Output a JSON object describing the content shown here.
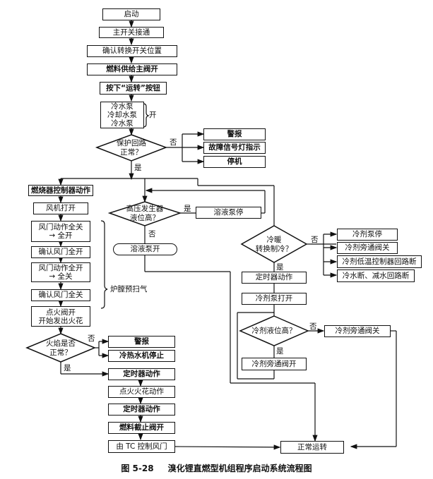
{
  "figure": {
    "number": "图 5-28",
    "title": "溴化锂直燃型机组程序启动系统流程图"
  },
  "main_sequence": {
    "start": "启动",
    "main_switch": "主开关接通",
    "confirm_switch": "确认转换开关位置",
    "fuel_valve": "燃料供给主阀开",
    "press_run": "按下“运转”按钮",
    "pumps": [
      "冷水泵",
      "冷却水泵",
      "冷水泵"
    ],
    "pumps_suffix": "开"
  },
  "protection": {
    "decision": [
      "保护回路",
      "正常？"
    ],
    "no_label": "否",
    "yes_label": "是",
    "no_actions": [
      "警报",
      "故障信号灯指示",
      "停机"
    ]
  },
  "burner_branch": {
    "controller": "燃烧器控制器动作",
    "fan_on": "风机打开",
    "damper1": [
      "风门动作全关",
      "→ 全开"
    ],
    "confirm_open": "确认风门全开",
    "damper2": [
      "风门动作全开",
      "→ 全关"
    ],
    "confirm_closed": "确认风门全关",
    "purge_label": "炉膛预扫气",
    "ignition": [
      "点火阀开",
      "开始发出火花"
    ],
    "flame_decision": [
      "火焰是否",
      "正常？"
    ],
    "no_label": "否",
    "yes_label": "是",
    "flame_no_actions": [
      "警报",
      "冷热水机停止"
    ],
    "timer1": "定时器动作",
    "spark": "点火火花动作",
    "timer2": "定时器动作",
    "fuel_cutoff": "燃料截止阀开",
    "tc_damper": "由 TC 控制风门"
  },
  "generator_branch": {
    "decision": [
      "高压发生器",
      "液位高？"
    ],
    "yes_label": "是",
    "no_label": "否",
    "pump_stop": "溶液泵停",
    "pump_on": "溶液泵开"
  },
  "cooling_branch": {
    "decision": [
      "冷暖",
      "转换制冷？"
    ],
    "no_label": "否",
    "yes_label": "是",
    "no_actions": [
      "冷剂泵停",
      "冷剂旁通阀关",
      "冷剂低温控制器回路断",
      "冷水断、减水回路断"
    ],
    "timer": "定时器动作",
    "refrigerant_pump": "冷剂泵打开",
    "level_decision": "冷剂液位高？",
    "level_no_label": "否",
    "level_yes_label": "是",
    "bypass_close": "冷剂旁通阀关",
    "bypass_open": "冷剂旁通阀开"
  },
  "end": "正常运转"
}
